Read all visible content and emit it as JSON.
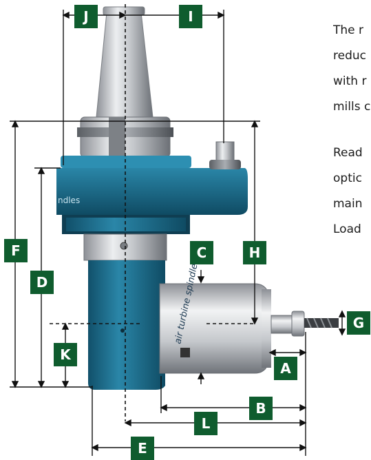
{
  "diagram": {
    "labels": {
      "A": "A",
      "B": "B",
      "C": "C",
      "D": "D",
      "E": "E",
      "F": "F",
      "G": "G",
      "H": "H",
      "I": "I",
      "J": "J",
      "K": "K",
      "L": "L"
    },
    "spindle_text": "air turbine spindles",
    "housing_text": "ndles"
  },
  "description": {
    "para1": [
      "The r",
      "reduc",
      "with r",
      "mills c"
    ],
    "para2": [
      "Read",
      "optic",
      "main",
      "Load"
    ]
  },
  "colors": {
    "label_bg": "#0f5c2e",
    "housing_blue": "#1c6e8c",
    "steel": "#b9bcc0"
  }
}
